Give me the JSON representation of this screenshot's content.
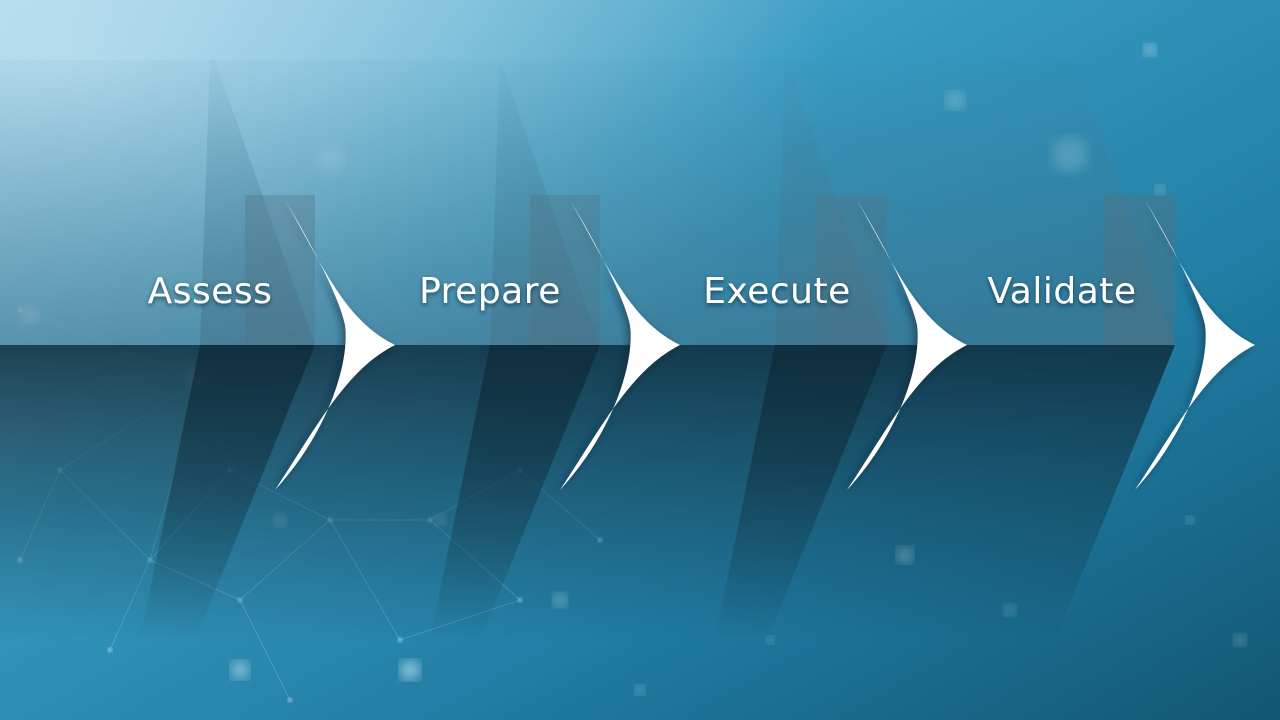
{
  "process": {
    "steps": [
      {
        "label": "Assess"
      },
      {
        "label": "Prepare"
      },
      {
        "label": "Execute"
      },
      {
        "label": "Validate"
      }
    ]
  },
  "colors": {
    "background_light": "#8cc6df",
    "background_mid": "#2a8fb5",
    "background_dark": "#125773",
    "panel_top": "#5a8ea8",
    "panel_bottom": "#173a4d",
    "arrow": "#ffffff",
    "label": "#ffffff"
  }
}
